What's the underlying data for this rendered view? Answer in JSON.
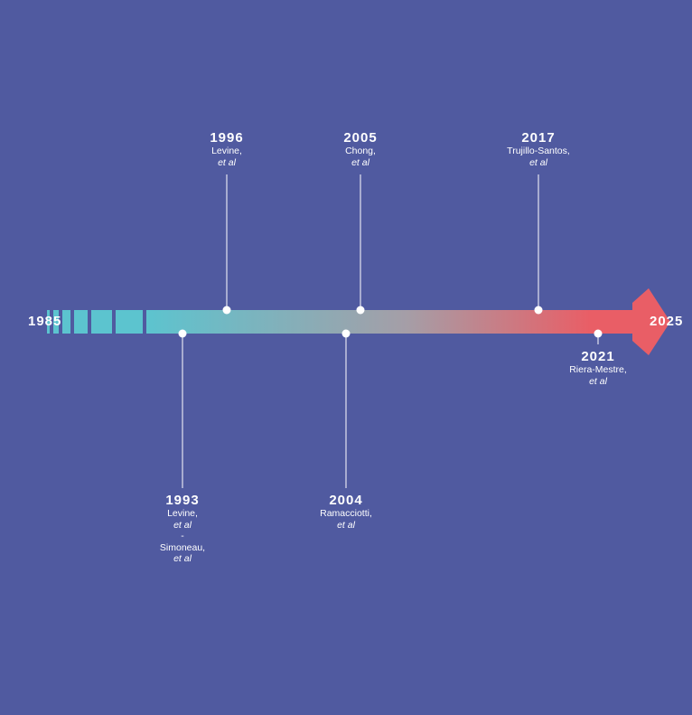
{
  "axis": {
    "start": "1985",
    "end": "2025"
  },
  "colors": {
    "background": "#505aa0",
    "gradient_start": "#5cc4cf",
    "gradient_mid": "#a59ea7",
    "gradient_end": "#e95e66",
    "marker": "#ffffff"
  },
  "events": [
    {
      "year": "1996",
      "lines": [
        {
          "text": "Levine,",
          "italic": false
        },
        {
          "text": "et al",
          "italic": true
        }
      ],
      "side": "above",
      "value": 1996
    },
    {
      "year": "2005",
      "lines": [
        {
          "text": "Chong,",
          "italic": false
        },
        {
          "text": "et al",
          "italic": true
        }
      ],
      "side": "above",
      "value": 2005
    },
    {
      "year": "2017",
      "lines": [
        {
          "text": "Trujillo-Santos,",
          "italic": false
        },
        {
          "text": "et al",
          "italic": true
        }
      ],
      "side": "above",
      "value": 2017
    },
    {
      "year": "1993",
      "lines": [
        {
          "text": "Levine,",
          "italic": false
        },
        {
          "text": "et al",
          "italic": true
        },
        {
          "text": "-",
          "italic": false
        },
        {
          "text": "Simoneau,",
          "italic": false
        },
        {
          "text": "et al",
          "italic": true
        }
      ],
      "side": "below",
      "value": 1993
    },
    {
      "year": "2004",
      "lines": [
        {
          "text": "Ramacciotti,",
          "italic": false
        },
        {
          "text": "et al",
          "italic": true
        }
      ],
      "side": "below",
      "value": 2004
    },
    {
      "year": "2021",
      "lines": [
        {
          "text": "Riera-Mestre,",
          "italic": false
        },
        {
          "text": "et al",
          "italic": true
        }
      ],
      "side": "below-short",
      "value": 2021
    }
  ]
}
